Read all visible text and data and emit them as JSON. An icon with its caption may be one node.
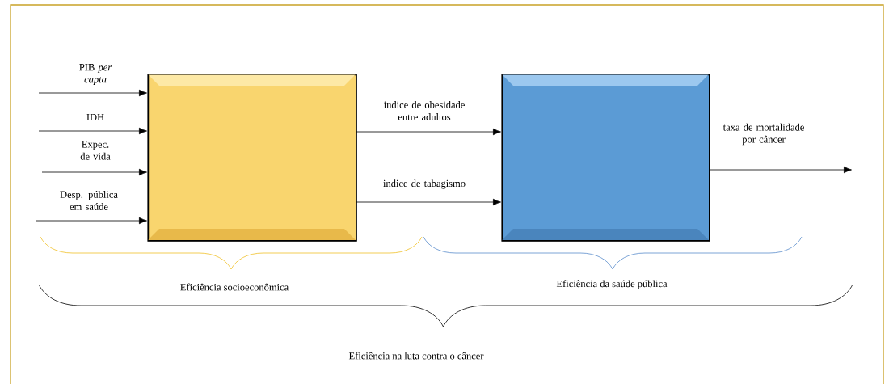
{
  "diagram": {
    "nodes": [
      {
        "text": [],
        "shape": "box"
      },
      {
        "text": [],
        "shape": "box"
      }
    ],
    "edges": [
      {
        "from": null,
        "to": 0,
        "arrow": "to",
        "label": "PIB *per capta*"
      },
      {
        "from": null,
        "to": 0,
        "arrow": "to",
        "label": "IDH"
      },
      {
        "from": null,
        "to": 0,
        "arrow": "to",
        "label": "Expec. de vida"
      },
      {
        "from": null,
        "to": 0,
        "arrow": "to",
        "label": "Desp. pública em saúde"
      },
      {
        "from": 0,
        "to": 1,
        "arrow": "to",
        "label": "indice de obesidade entre adultos"
      },
      {
        "from": 0,
        "to": 1,
        "arrow": "to",
        "label": "indice de tabagismo"
      },
      {
        "from": 1,
        "to": null,
        "arrow": "to",
        "label": "taxa de mortalidade por câncer"
      }
    ],
    "labels": [
      "Eficiência socioeconômica",
      "Eficiência da saúde pública",
      "Eficiência na luta contra o câncer"
    ]
  }
}
